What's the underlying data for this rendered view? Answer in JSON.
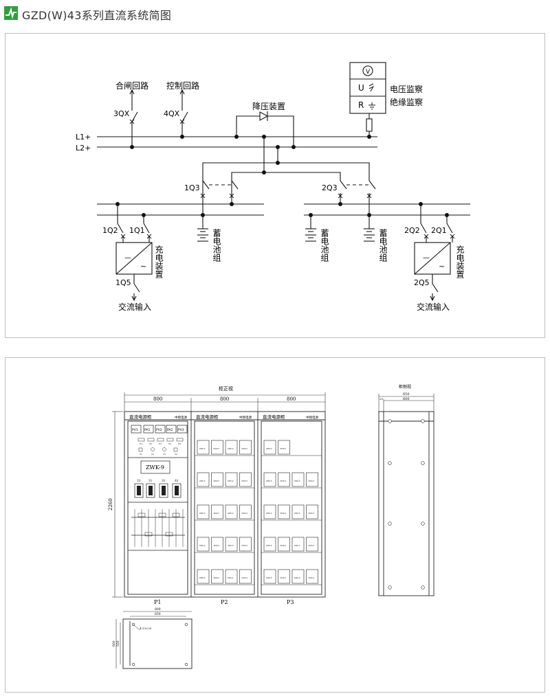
{
  "header": {
    "title": "GZD(W)43系列直流系统简图",
    "logo_color": "#2e9e3e"
  },
  "schematic": {
    "closing_circuit": "合闸回路",
    "control_circuit": "控制回路",
    "switch_3qx": "3QX",
    "switch_4qx": "4QX",
    "bus_l1": "L1+",
    "bus_l2": "L2+",
    "step_down": "降压装置",
    "monitor_v": "V",
    "monitor_u": "U",
    "monitor_r": "R",
    "voltage_monitor": "电压监察",
    "insulation_monitor": "绝缘监察",
    "switch_1q3": "1Q3",
    "switch_2q3": "2Q3",
    "switch_1q2": "1Q2",
    "switch_1q1": "1Q1",
    "switch_2q2": "2Q2",
    "switch_2q1": "2Q1",
    "switch_1q5": "1Q5",
    "switch_2q5": "2Q5",
    "battery_group": "蓄电池组",
    "charger": "充电装置",
    "ac_input": "交流输入"
  },
  "cabinet": {
    "front_view": "柜正视",
    "side_view": "柜侧视",
    "width_800": "800",
    "width_650": "650",
    "width_600": "600",
    "dim_25": "25",
    "height_2260": "2260",
    "depth_600": "600",
    "depth_550": "550",
    "hole_note": "4-13×20",
    "cabinet_title": "直流电源柜",
    "maker": "中频电源",
    "meters": [
      "PV1",
      "PA1",
      "PV2",
      "PA2",
      "PV3"
    ],
    "controller": "ZWK-9",
    "module": "ZWK-9",
    "breakers": [
      "1U",
      "2U",
      "3U",
      "4U"
    ],
    "lamp_labels": [
      "H1",
      "H2",
      "H3",
      "H4",
      "H5"
    ],
    "switch_labels": [
      "S1",
      "S2",
      "S3",
      "S4"
    ],
    "panels": [
      "P1",
      "P2",
      "P3"
    ]
  }
}
